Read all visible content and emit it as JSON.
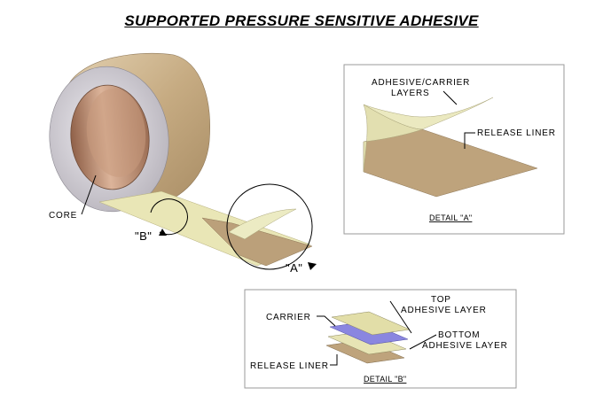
{
  "title": "SUPPORTED PRESSURE SENSITIVE ADHESIVE",
  "main": {
    "core_label": "CORE",
    "callout_b": "\"B\"",
    "callout_a": "\"A\""
  },
  "detail_a": {
    "adhesive_carrier_line1": "ADHESIVE/CARRIER",
    "adhesive_carrier_line2": "LAYERS",
    "release_liner": "RELEASE LINER",
    "caption": "DETAIL \"A\""
  },
  "detail_b": {
    "top_line1": "TOP",
    "top_line2": "ADHESIVE LAYER",
    "carrier": "CARRIER",
    "bottom_line1": "BOTTOM",
    "bottom_line2": "ADHESIVE LAYER",
    "release_liner": "RELEASE LINER",
    "caption": "DETAIL \"B\""
  },
  "colors": {
    "roll_tan": "#c8ad84",
    "core_copper": "#b3876a",
    "roll_edge_gray": "#d7d3d9",
    "adhesive_film": "#e8e6b0",
    "release_liner": "#c0a379",
    "carrier_blue": "#8a86e0",
    "adhesive_layer": "#d9d5a0"
  }
}
